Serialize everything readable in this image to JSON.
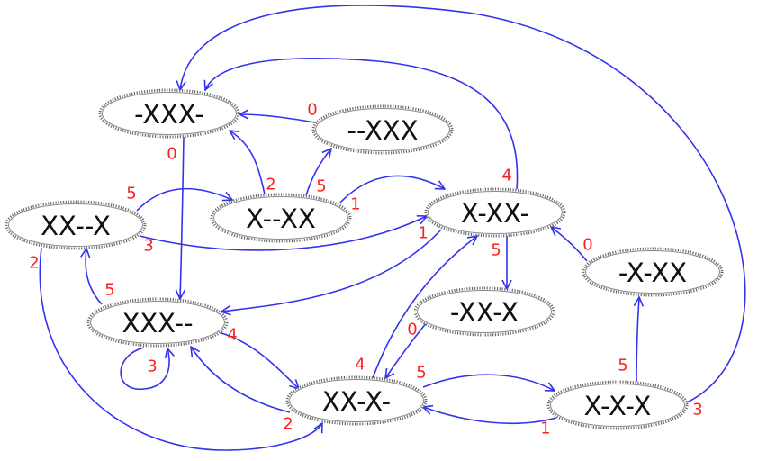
{
  "colors": {
    "edge": "#3333ee",
    "label": "#ff2020",
    "node_border": "#6b6b6b",
    "node_fill": "#ffffff",
    "text": "#111111"
  },
  "nodes": [
    {
      "id": "n_xxx_mid",
      "label": "-XXX-"
    },
    {
      "id": "n_xxx_end",
      "label": "--XXX"
    },
    {
      "id": "n_xx_x",
      "label": "XX--X"
    },
    {
      "id": "n_x_xx",
      "label": "X--XX"
    },
    {
      "id": "n_x_xx_dash",
      "label": "X-XX-"
    },
    {
      "id": "n_dash_x_xx",
      "label": "-X-XX"
    },
    {
      "id": "n_xxx_start",
      "label": "XXX--"
    },
    {
      "id": "n_dash_xx_x",
      "label": "-XX-X"
    },
    {
      "id": "n_xx_x_dash",
      "label": "XX-X-"
    },
    {
      "id": "n_x_x_x",
      "label": "X-X-X"
    }
  ],
  "edges": [
    {
      "from": "n_xxx_end",
      "to": "n_xxx_mid",
      "label": "0"
    },
    {
      "from": "n_xxx_mid",
      "to": "n_xxx_start",
      "label": "0"
    },
    {
      "from": "n_x_xx",
      "to": "n_xxx_mid",
      "label": "2"
    },
    {
      "from": "n_x_xx",
      "to": "n_xxx_end",
      "label": "5"
    },
    {
      "from": "n_x_xx",
      "to": "n_x_xx_dash",
      "label": "1"
    },
    {
      "from": "n_xx_x",
      "to": "n_x_xx",
      "label": "5"
    },
    {
      "from": "n_xx_x",
      "to": "n_x_xx_dash",
      "label": "3"
    },
    {
      "from": "n_xx_x",
      "to": "n_xx_x_dash",
      "label": "2"
    },
    {
      "from": "n_x_xx_dash",
      "to": "n_xxx_mid",
      "label": "4"
    },
    {
      "from": "n_x_xx_dash",
      "to": "n_xxx_start",
      "label": "1"
    },
    {
      "from": "n_x_xx_dash",
      "to": "n_dash_xx_x",
      "label": "5"
    },
    {
      "from": "n_dash_x_xx",
      "to": "n_x_xx_dash",
      "label": "0"
    },
    {
      "from": "n_xxx_start",
      "to": "n_xx_x",
      "label": "5"
    },
    {
      "from": "n_xxx_start",
      "to": "n_xxx_start",
      "label": "3"
    },
    {
      "from": "n_xxx_start",
      "to": "n_xx_x_dash",
      "label": "4"
    },
    {
      "from": "n_dash_xx_x",
      "to": "n_xx_x_dash",
      "label": "0"
    },
    {
      "from": "n_xx_x_dash",
      "to": "n_x_xx_dash",
      "label": "4"
    },
    {
      "from": "n_xx_x_dash",
      "to": "n_xxx_start",
      "label": "2"
    },
    {
      "from": "n_xx_x_dash",
      "to": "n_x_x_x",
      "label": "5"
    },
    {
      "from": "n_x_x_x",
      "to": "n_xx_x_dash",
      "label": "1"
    },
    {
      "from": "n_x_x_x",
      "to": "n_dash_x_xx",
      "label": "5"
    },
    {
      "from": "n_x_x_x",
      "to": "n_xxx_mid",
      "label": "3"
    }
  ]
}
